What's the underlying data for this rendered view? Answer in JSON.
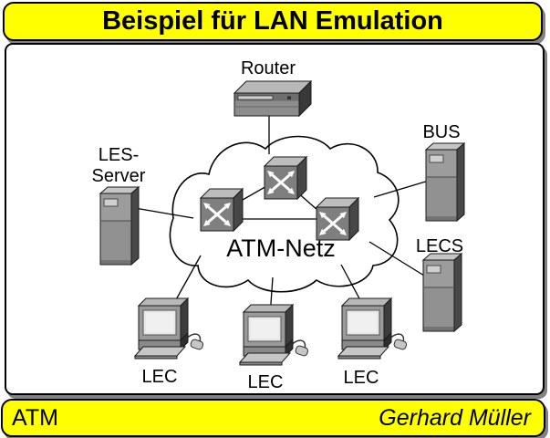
{
  "title": "Beispiel für LAN Emulation",
  "footer": {
    "topic": "ATM",
    "author": "Gerhard Müller"
  },
  "diagram": {
    "cloud_label": "ATM-Netz",
    "nodes": {
      "router": "Router",
      "les_server_line1": "LES-",
      "les_server_line2": "Server",
      "bus": "BUS",
      "lecs": "LECS",
      "lec_left": "LEC",
      "lec_center": "LEC",
      "lec_right": "LEC"
    }
  },
  "icons": {
    "cloud": "network-cloud",
    "atm_switch": "atm-switch-cube",
    "router": "router-box-3d",
    "server": "server-tower",
    "workstation": "desktop-workstation-with-mouse"
  },
  "colors": {
    "accent_yellow": "#ffff00",
    "panel_white": "#ffffff",
    "border_black": "#000000",
    "shadow_gray": "#828282",
    "device_front": "#8f8f8f",
    "device_top": "#c4c4c4",
    "device_side": "#454545",
    "screen_gray": "#e8e8e8"
  }
}
